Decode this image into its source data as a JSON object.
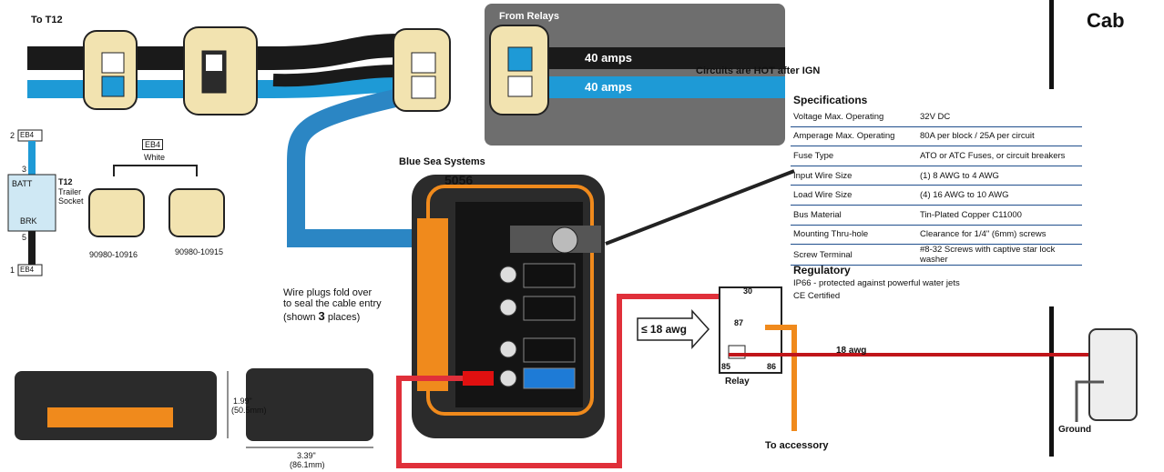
{
  "labels": {
    "to_t12": "To  T12",
    "from_relays": "From Relays",
    "amps_top": "40 amps",
    "amps_bottom": "40 amps",
    "circuits_hot": "Circuits are HOT after IGN",
    "cab": "Cab",
    "brand": "Blue Sea Systems",
    "model": "5056",
    "eb4_box": "EB4",
    "white": "White",
    "t12": "T12",
    "trailer": "Trailer",
    "socket": "Socket",
    "batt": "BATT",
    "brk": "BRK",
    "pin2": "2",
    "pin3": "3",
    "pin5": "5",
    "pin1": "1",
    "eb4_top": "EB4",
    "eb4_bottom": "EB4",
    "part_left": "90980-10916",
    "part_right": "90980-10915",
    "wire_plugs_1": "Wire plugs fold over",
    "wire_plugs_2": "to seal the cable entry",
    "wire_plugs_3a": "(shown ",
    "wire_plugs_3b": "3",
    "wire_plugs_3c": " places)",
    "dim_h1": "1.99\"",
    "dim_h2": "(50.5mm)",
    "dim_w1": "3.39\"",
    "dim_w2": "(86.1mm)",
    "relay_awg": "≤ 18 awg",
    "relay_30": "30",
    "relay_87": "87",
    "relay_85": "85",
    "relay_86": "86",
    "relay": "Relay",
    "awg18": "18 awg",
    "to_accessory": "To accessory",
    "ground": "Ground"
  },
  "specifications": {
    "title": "Specifications",
    "rows": [
      {
        "key": "Voltage Max. Operating",
        "value": "32V DC"
      },
      {
        "key": "Amperage Max. Operating",
        "value": "80A per block / 25A per circuit"
      },
      {
        "key": "Fuse Type",
        "value": "ATO or ATC Fuses, or circuit breakers"
      },
      {
        "key": "Input Wire Size",
        "value": "(1) 8 AWG to 4 AWG"
      },
      {
        "key": "Load Wire Size",
        "value": "(4) 16 AWG to 10 AWG"
      },
      {
        "key": "Bus Material",
        "value": "Tin-Plated Copper C11000"
      },
      {
        "key": "Mounting Thru-hole",
        "value": "Clearance for 1/4\" (6mm) screws"
      },
      {
        "key": "Screw Terminal",
        "value": "#8-32 Screws with captive star lock washer"
      }
    ],
    "regulatory_title": "Regulatory",
    "regulatory": [
      "IP66 - protected against powerful water jets",
      "CE Certified"
    ]
  },
  "colors": {
    "wire_black": "#1a1a1a",
    "wire_blue": "#1e9ad6",
    "wire_red": "#e0303a",
    "wire_orange": "#f08a1c",
    "connector": "#f2e3b0",
    "relay_panel": "#6e6e6e",
    "fuse_block": "#2b2b2b"
  }
}
